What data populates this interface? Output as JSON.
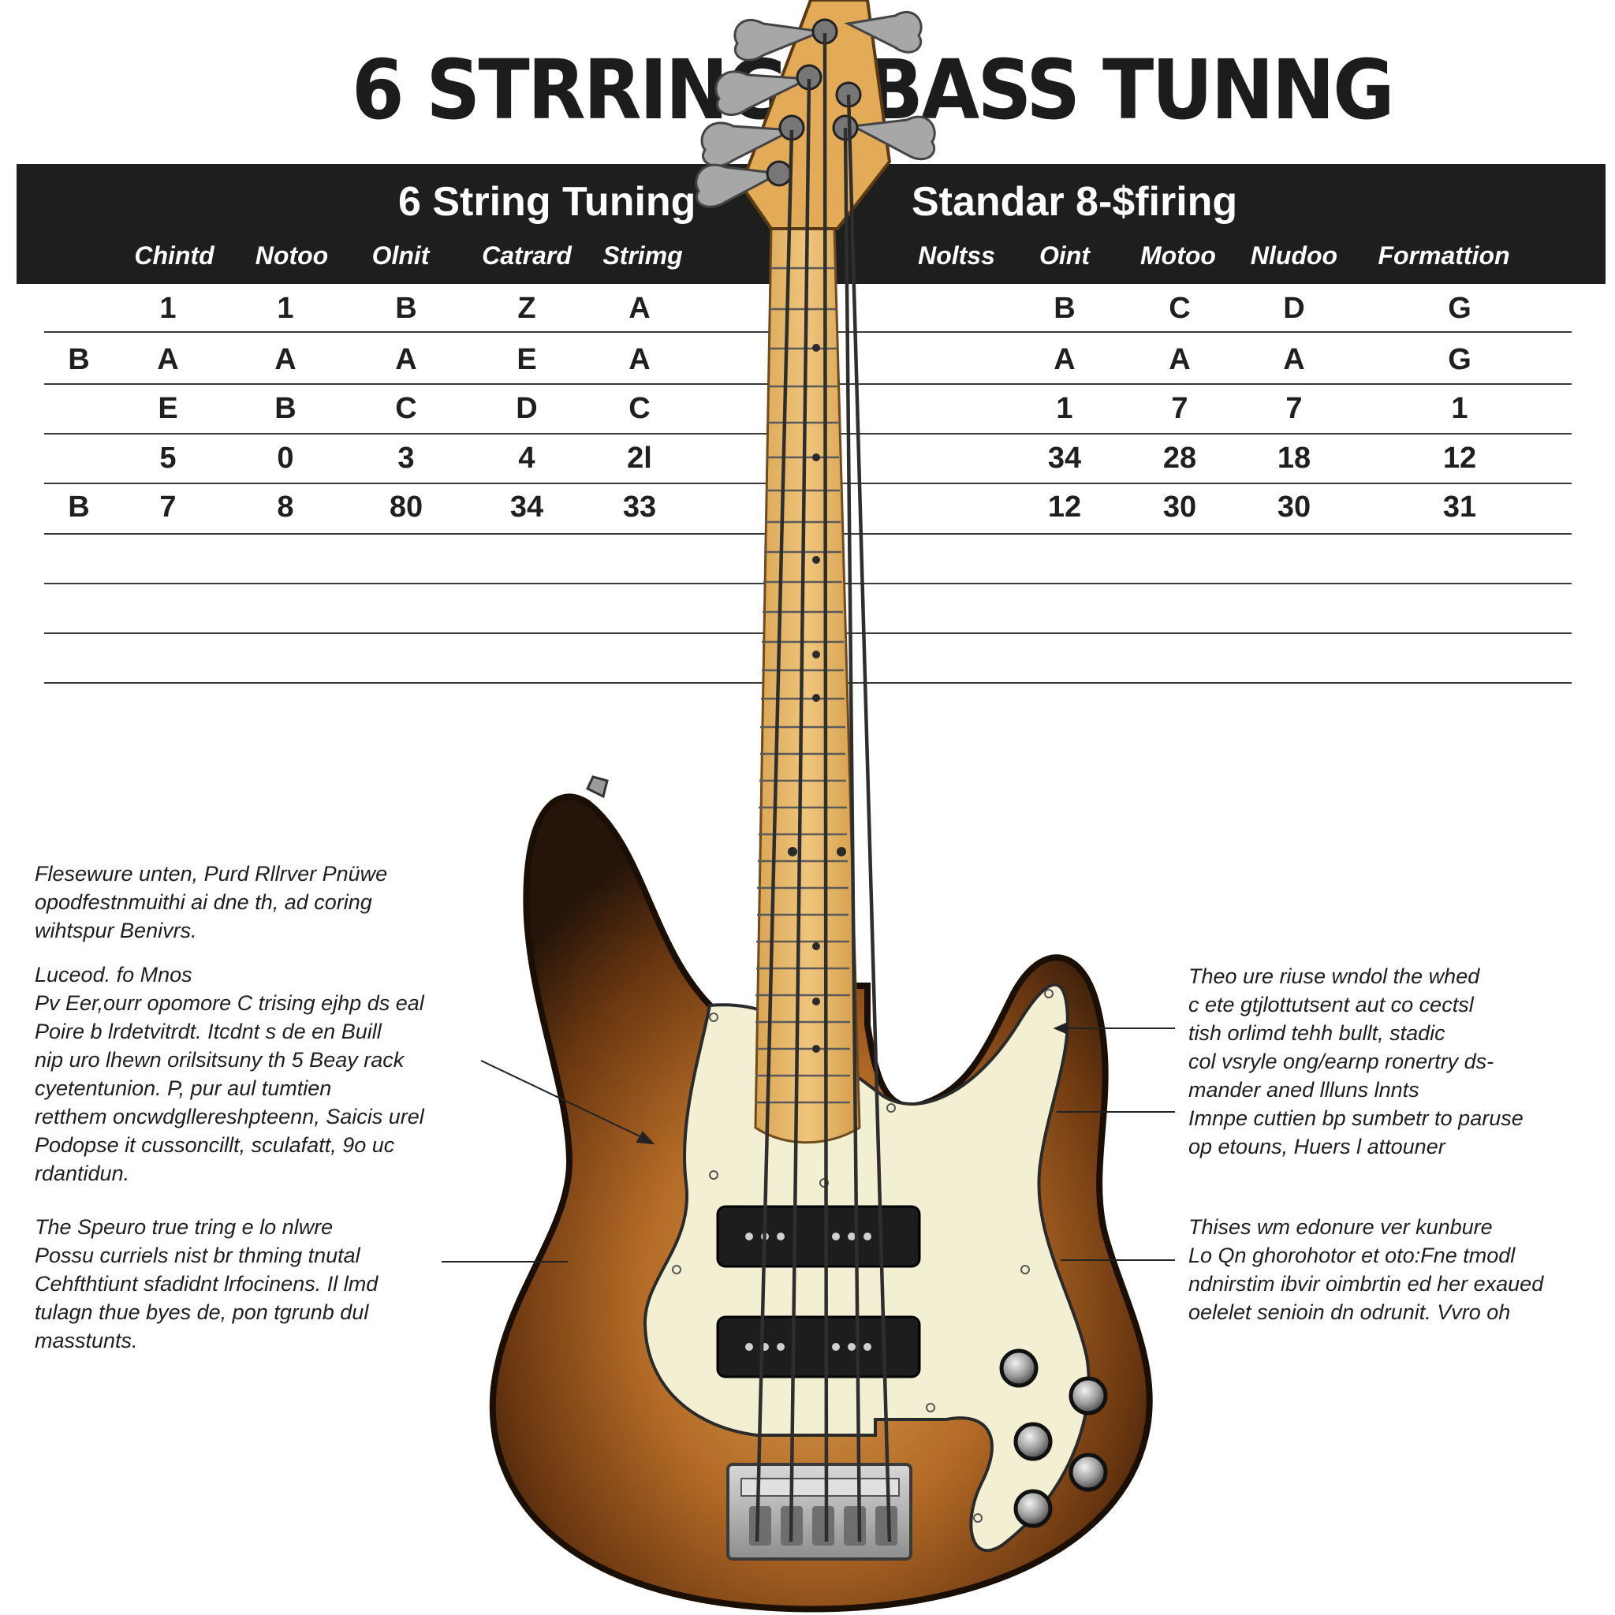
{
  "title": {
    "left": "6 STRRING",
    "right": "BASS TUNNG"
  },
  "table": {
    "left_heading": "6 String Tuning",
    "right_heading": "Standar 8-$firing",
    "left_columns": [
      "Chintd",
      "Notoo",
      "Olnit",
      "Catrard",
      "Strimg"
    ],
    "right_columns": [
      "Noltss",
      "Oint",
      "Motoo",
      "Nludoo",
      "Formattion"
    ],
    "rows": [
      {
        "label": "",
        "left": [
          "1",
          "1",
          "B",
          "Z",
          "A"
        ],
        "right": [
          "B",
          "C",
          "D",
          "G"
        ]
      },
      {
        "label": "B",
        "left": [
          "A",
          "A",
          "A",
          "E",
          "A"
        ],
        "right": [
          "A",
          "A",
          "A",
          "G"
        ]
      },
      {
        "label": "",
        "left": [
          "E",
          "B",
          "C",
          "D",
          "C"
        ],
        "right": [
          "1",
          "7",
          "7",
          "1"
        ]
      },
      {
        "label": "",
        "left": [
          "5",
          "0",
          "3",
          "4",
          "2l"
        ],
        "right": [
          "34",
          "28",
          "18",
          "12"
        ]
      },
      {
        "label": "B",
        "left": [
          "7",
          "8",
          "80",
          "34",
          "33"
        ],
        "right": [
          "12",
          "30",
          "30",
          "31"
        ]
      }
    ]
  },
  "notes": {
    "top_left": {
      "lines": [
        "Flesewure unten, Purd Rllrver Pnüwe",
        "opodfestnmuithi ai dne th, ad coring",
        "wihtspur Benivrs."
      ]
    },
    "mid_left": {
      "heading": "Luceod.  fo  Mnos",
      "lines": [
        "Pv Eer,ourr opomore C trising  ejhp ds eal",
        "Poire b lrdetvitrdt.  Itcdnt s de en Buill",
        "nip uro lhewn orilsitsuny th 5 Beay rack",
        "cyetentunion. P,  pur aul tumtien",
        "retthem oncwdgllereshpteenn, Saicis urel",
        "Podopse it cussoncillt, sculafatt, 9o uc",
        "rdantidun."
      ]
    },
    "bottom_left": {
      "heading": "The Speuro true tring e lo nlwre",
      "lines": [
        "Possu curriels nist br thming tnutal",
        "Cehfthtiunt sfadidnt lrfocinens. Il lmd",
        "tulagn thue byes de, pon tgrunb dul",
        "masstunts."
      ]
    },
    "mid_right": {
      "heading": "Theo ure riuse wndol  the whed",
      "lines": [
        "c ete gtjlottutsent aut co cectsl",
        "tish orlimd  tehh bullt,  stadic",
        "col vsryle ong/earnp ronertry ds-",
        "mander  aned llluns lnnts",
        "Imnpe cuttien bp sumbetr to paruse",
        "op etouns, Huers l attouner"
      ]
    },
    "bottom_right": {
      "heading": "Thises wm edonure ver kunbure",
      "lines": [
        "Lo Qn ghorohotor  et oto:Fne tmodl",
        "ndnirstim ibvir oimbrtin ed her exaued",
        "oelelet senioin dn odrunit. Vvro oh"
      ]
    }
  },
  "colors": {
    "band": "#1e1e1e",
    "body_edge": "#241409",
    "body_mid": "#8a4d1c",
    "body_center": "#d9a04f",
    "pickguard": "#f3efd3",
    "fretboard": "#e6b96a",
    "string": "#3a3a3a",
    "tuner": "#a7a7a7"
  }
}
